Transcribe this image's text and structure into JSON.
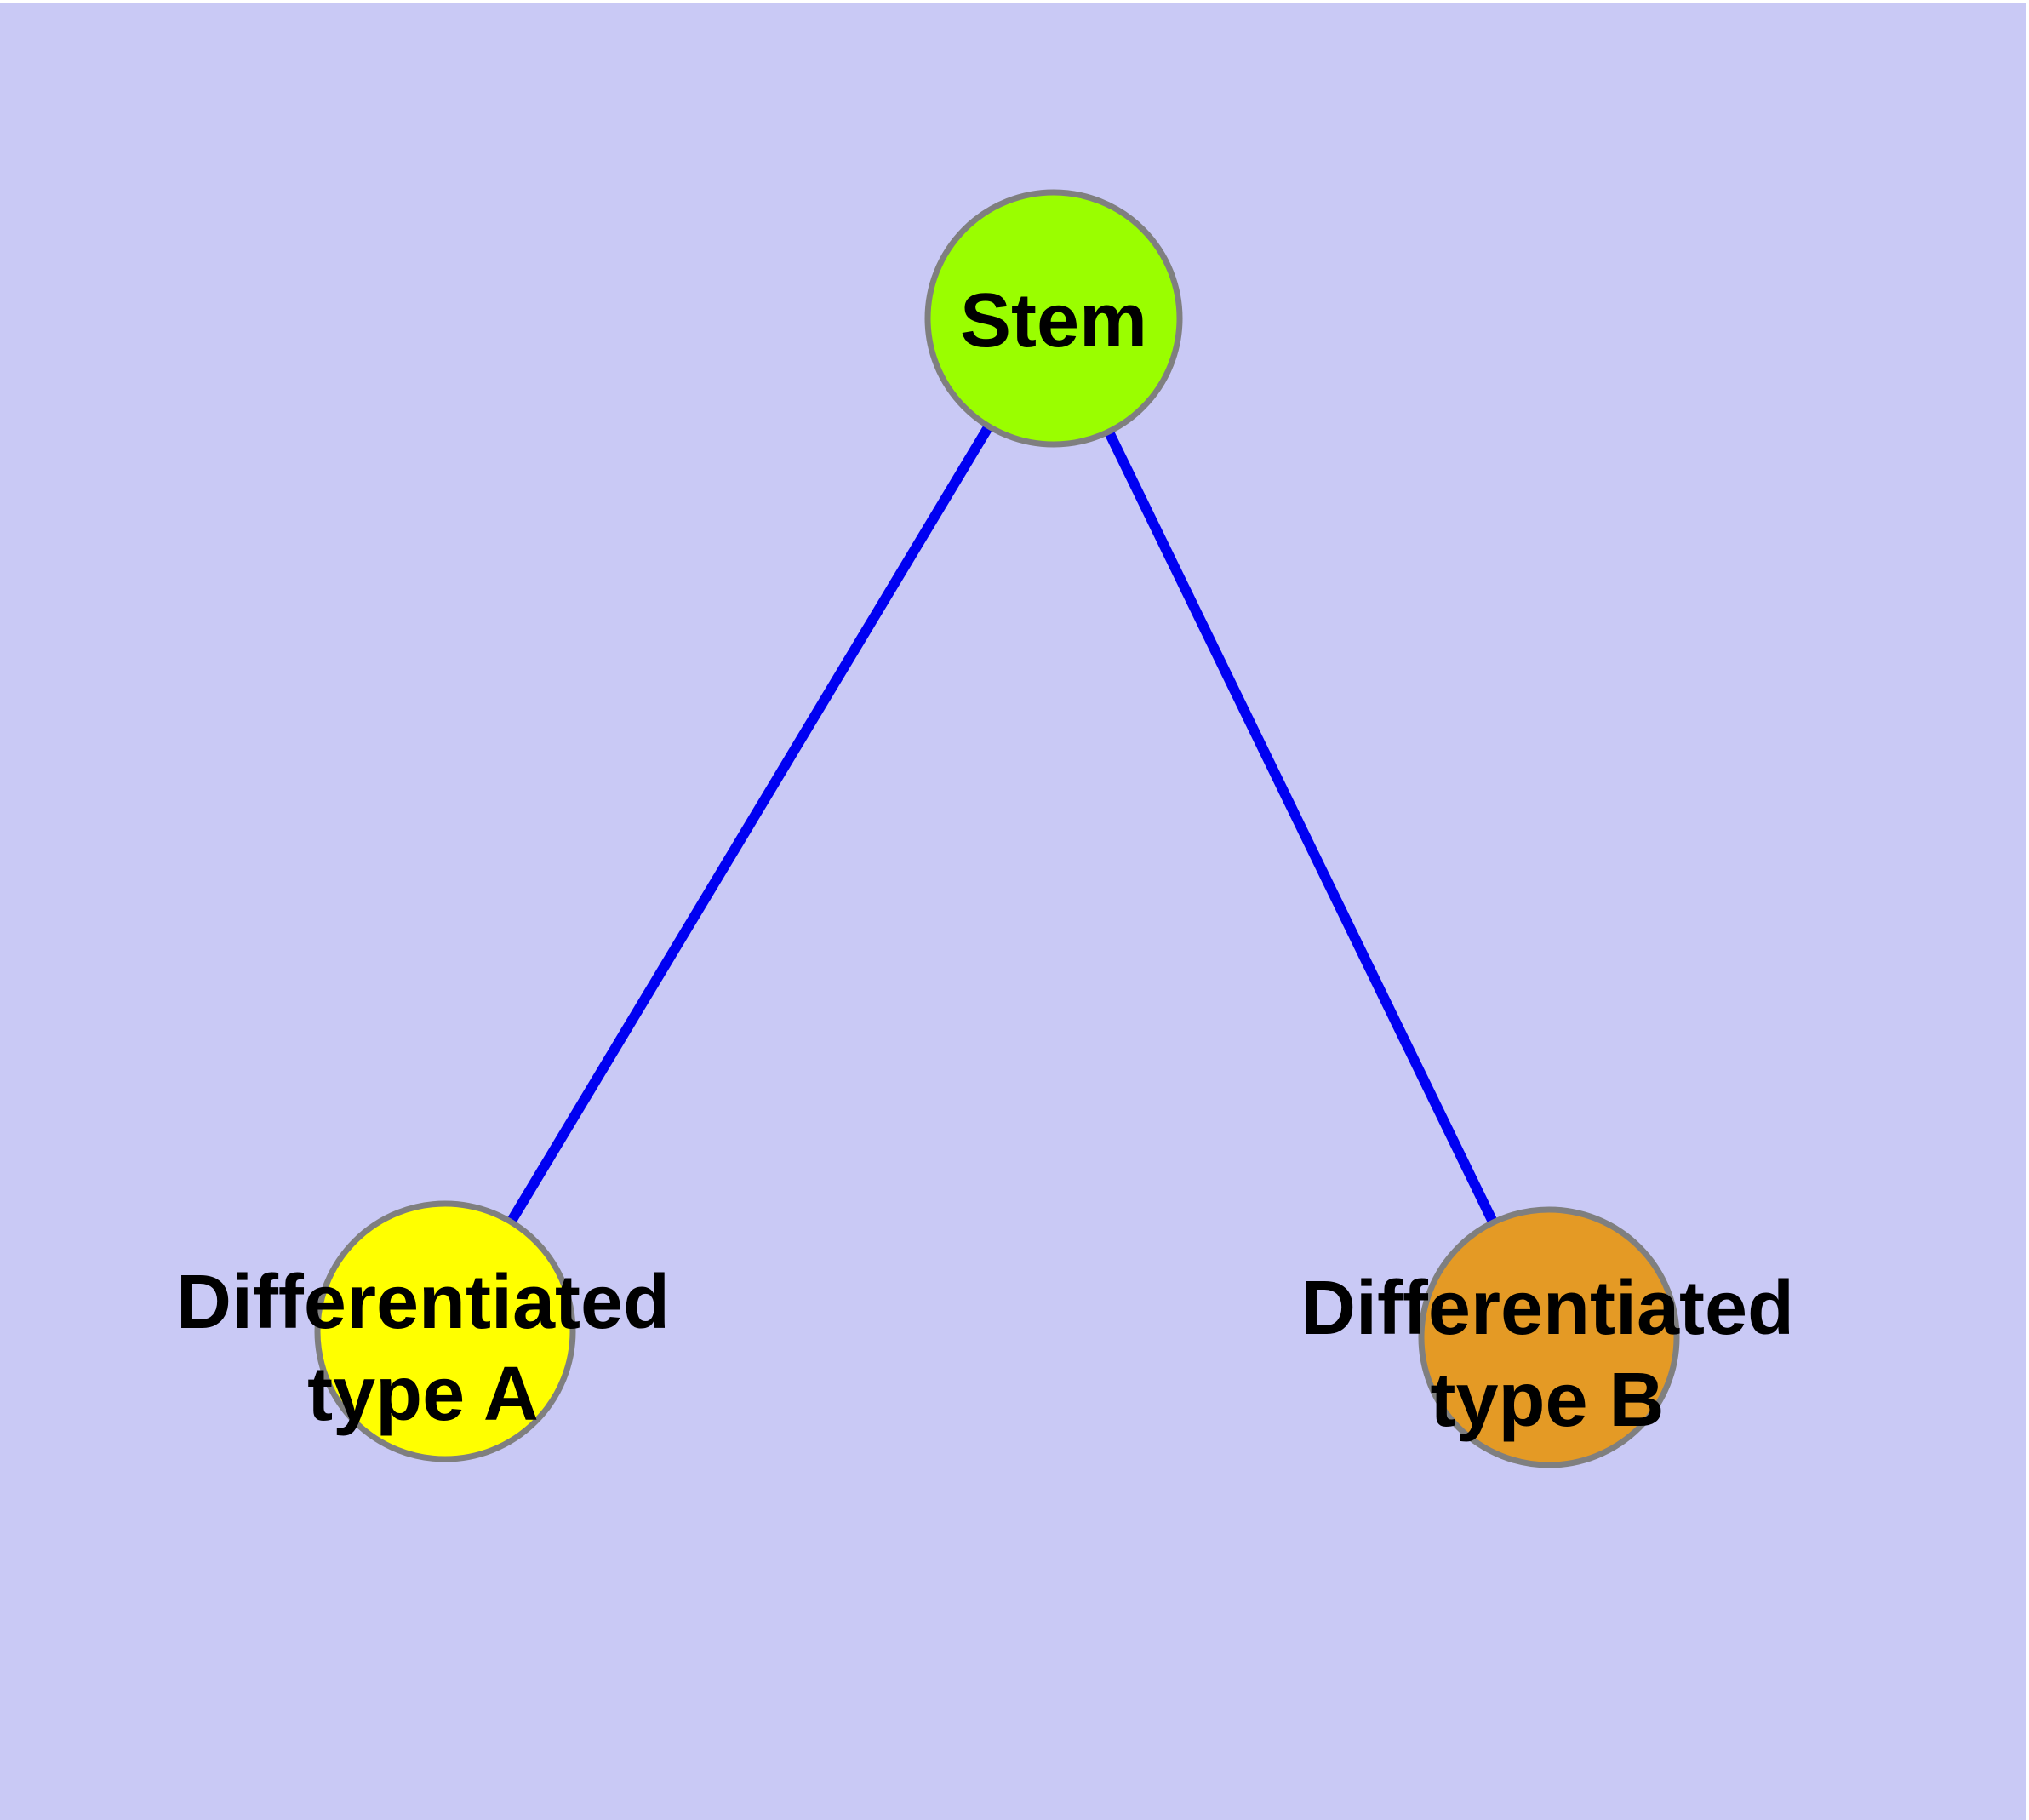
{
  "diagram": {
    "type": "graph",
    "background_color": "#c9c9f5",
    "edge_color": "#0000f2",
    "node_border_color": "#7f7f7f",
    "label_color": "#000000",
    "nodes": [
      {
        "id": "stem",
        "label": "Stem",
        "fill": "#9afe00"
      },
      {
        "id": "differentiated-type-a",
        "label_line1": "Differentiated",
        "label_line2": "type A",
        "fill": "#ffff00"
      },
      {
        "id": "differentiated-type-b",
        "label_line1": "Differentiated",
        "label_line2": "type B",
        "fill": "#e49a25"
      }
    ],
    "edges": [
      {
        "from": "Stem",
        "to": "Differentiated type A"
      },
      {
        "from": "Stem",
        "to": "Differentiated type B"
      }
    ]
  }
}
